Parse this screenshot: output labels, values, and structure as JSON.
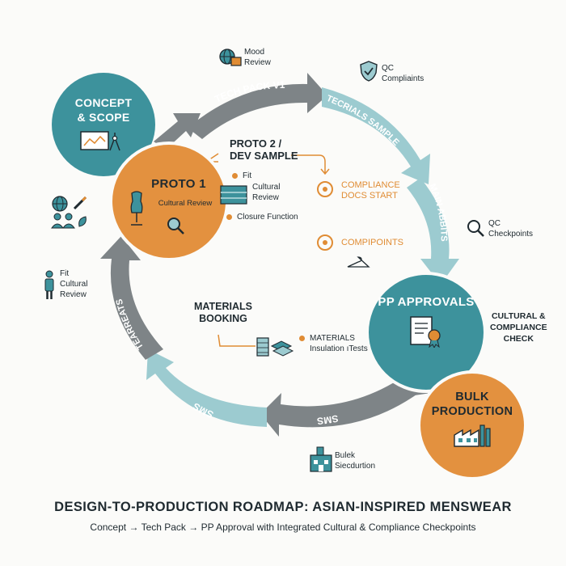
{
  "nodes": {
    "concept": {
      "line1": "CONCEPT",
      "line2": "& SCOPE",
      "color": "#3d929c"
    },
    "proto1": {
      "title": "PROTO 1",
      "sub": "Cultural Review",
      "color": "#e3913f"
    },
    "pp": {
      "title": "PP APPROVALS",
      "color": "#3d929c"
    },
    "bulk": {
      "line1": "BULK",
      "line2": "PRODUCTION",
      "color": "#e3913f"
    }
  },
  "arrows": {
    "tech_pack": "TECH PACK V1",
    "technicals": "TECRIALS SAMPLE",
    "main": "MAIN ABBITS",
    "sms_bottom": "SMS",
    "sms_left": "SMS",
    "left": "TEARREATS",
    "colors": {
      "gray": "#7e8487",
      "teal": "#9ccbd0"
    }
  },
  "labels": {
    "mood": {
      "l1": "Mood",
      "l2": "Review"
    },
    "qc_top": {
      "l1": "QC",
      "l2": "Compliaints"
    },
    "proto2": {
      "l1": "PROTO 2 /",
      "l2": "DEV SAMPLE"
    },
    "proto2_items": {
      "fit": "Fit",
      "cultural1": "Cultural",
      "cultural2": "Review",
      "closure": "Closure Function"
    },
    "compliance_docs": {
      "l1": "COMPLIANCE",
      "l2": "DOCS START"
    },
    "compipoints": "COMPIPOINTS",
    "qc_right": {
      "l1": "QC",
      "l2": "Checkpoints"
    },
    "cultural_compliance": {
      "l1": "CULTURAL &",
      "l2": "COMPLIANCE",
      "l3": "CHECK"
    },
    "materials_booking": {
      "l1": "MATERIALS",
      "l2": "BOOKING"
    },
    "materials": {
      "l1": "MATERIALS",
      "l2": "Insulation ıTests"
    },
    "fit_left": {
      "l1": "Fit",
      "l2": "Cultural",
      "l3": "Review"
    },
    "bulek": {
      "l1": "Bulek",
      "l2": "Siecdurtion"
    }
  },
  "footer": {
    "title": "DESIGN-TO-PRODUCTION ROADMAP: ASIAN-INSPIRED MENSWEAR",
    "subtitle": "Concept → Tech Pack → PP Approval with Integrated Cultural & Compliance Checkpoints"
  }
}
